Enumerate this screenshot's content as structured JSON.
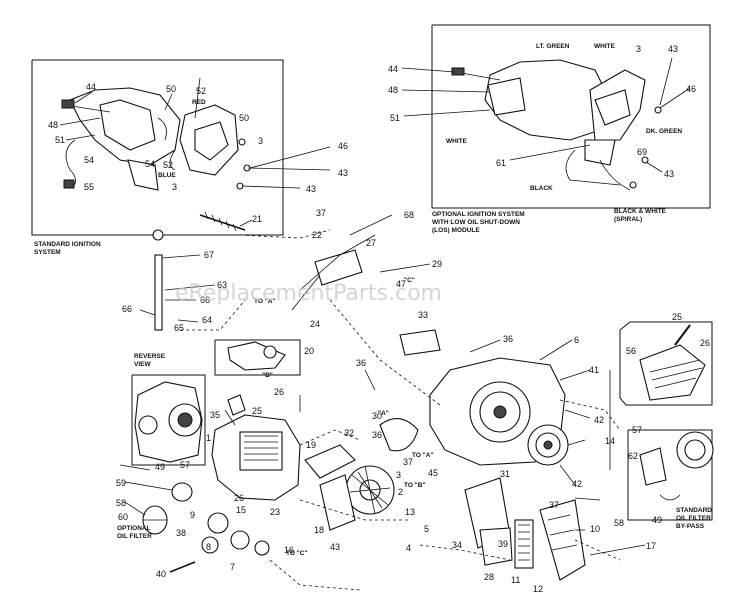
{
  "watermark": "eReplacementParts.com",
  "captions": {
    "standard_ignition": [
      "STANDARD IGNITION",
      "SYSTEM"
    ],
    "optional_ignition": [
      "OPTIONAL IGNITION SYSTEM",
      "WITH LOW OIL SHUT-DOWN",
      "(LOS) MODULE"
    ],
    "reverse_view": [
      "REVERSE",
      "VIEW"
    ],
    "optional_oil_filter": [
      "OPTIONAL",
      "OIL FILTER"
    ],
    "standard_oil_filter": [
      "STANDARD",
      "OIL FILTER",
      "BY-PASS"
    ],
    "black_white": [
      "BLACK & WHITE",
      "(SPIRAL)"
    ]
  },
  "wire_labels": {
    "lt_green": "LT. GREEN",
    "white_top": "WHITE",
    "white_left": "WHITE",
    "dk_green": "DK. GREEN",
    "black": "BLACK",
    "red": "RED",
    "blue": "BLUE"
  },
  "callouts": {
    "to_a": "TO \"A\"",
    "to_b": "TO \"B\"",
    "to_c": "TO \"C\"",
    "to_a2": "TO \"A\"",
    "mark_a": "\"A\"",
    "mark_b": "\"B\"",
    "mark_c": "\"C\""
  },
  "part_numbers": {
    "n44a": "44",
    "n48a": "48",
    "n51a": "51",
    "n50a": "50",
    "n52a": "52",
    "n50b": "50",
    "n3a": "3",
    "n54a": "54",
    "n54b": "54",
    "n52b": "52",
    "n55": "55",
    "n3b": "3",
    "n46a": "46",
    "n43a": "43",
    "n43b": "43",
    "n21": "21",
    "n44b": "44",
    "n48b": "48",
    "n51b": "51",
    "n3c": "3",
    "n43c": "43",
    "n46b": "46",
    "n61": "61",
    "n69": "69",
    "n43d": "43",
    "n37a": "37",
    "n68": "68",
    "n22": "22",
    "n27": "27",
    "n67": "67",
    "n29": "29",
    "n47": "47",
    "n63": "63",
    "n66a": "66",
    "n66b": "66",
    "n64": "64",
    "n65": "65",
    "n24": "24",
    "n33": "33",
    "n36a": "36",
    "n6": "6",
    "n41": "41",
    "n25a": "25",
    "n26a": "26",
    "n56a": "56",
    "n20": "20",
    "n26b": "26",
    "n36b": "36",
    "n30": "30",
    "n42a": "42",
    "n35": "35",
    "n25b": "25",
    "n1": "1",
    "n19": "19",
    "n32": "32",
    "n36c": "36",
    "n3d": "3",
    "n42b": "42",
    "n14": "14",
    "n57a": "57",
    "n62": "62",
    "n49a": "49",
    "n57b": "57",
    "n59": "59",
    "n58a": "58",
    "n60": "60",
    "n31": "31",
    "n45": "45",
    "n37b": "37",
    "n2": "2",
    "n37c": "37",
    "n9": "9",
    "n15": "15",
    "n38": "38",
    "n26c": "26",
    "n23": "23",
    "n18": "18",
    "n13": "13",
    "n5": "5",
    "n4": "4",
    "n43e": "43",
    "n10": "10",
    "n8": "8",
    "n16": "16",
    "n7": "7",
    "n40": "40",
    "n34": "34",
    "n39": "39",
    "n28": "28",
    "n11": "11",
    "n12": "12",
    "n17": "17",
    "n58b": "58",
    "n49b": "49"
  }
}
